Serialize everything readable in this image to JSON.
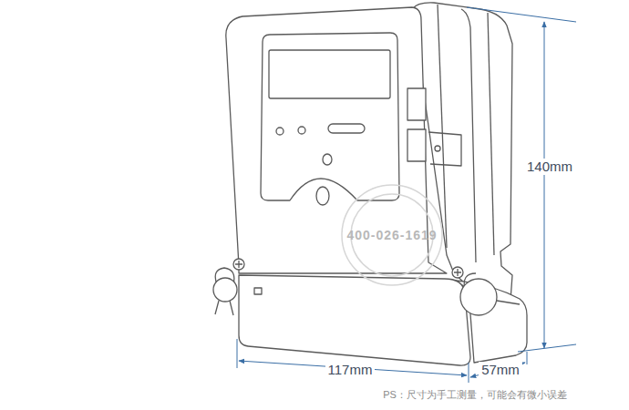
{
  "diagram": {
    "labels": [
      "140mm",
      "117mm",
      "57mm",
      "400-026-1619",
      "PS：尺寸为手工测量，可能会有微小误差"
    ]
  }
}
